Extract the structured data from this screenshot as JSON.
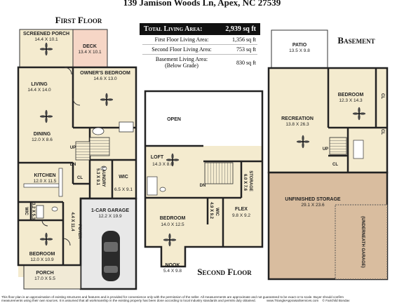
{
  "address": "139 Jamison Woods Ln, Apex, NC 27539",
  "sections": {
    "first_floor": "First Floor",
    "second_floor": "Second Floor",
    "basement": "Basement"
  },
  "areas": {
    "total_label": "Total Living Area:",
    "total_value": "2,939 sq ft",
    "rows": [
      {
        "label": "First Floor Living Area:",
        "value": "1,356 sq ft"
      },
      {
        "label": "Second Floor Living Area:",
        "value": "753 sq ft"
      },
      {
        "label": "Basement Living Area:",
        "sub": "(Below Grade)",
        "value": "830 sq ft"
      }
    ]
  },
  "rooms": {
    "screened_porch": {
      "name": "SCREENED PORCH",
      "dim": "14.4 X 10.1"
    },
    "deck": {
      "name": "DECK",
      "dim": "13.4 X 10.1"
    },
    "living": {
      "name": "LIVING",
      "dim": "14.4 X 14.0"
    },
    "owners_bedroom": {
      "name": "OWNER'S BEDROOM",
      "dim": "14.6 X 13.0"
    },
    "dining": {
      "name": "DINING",
      "dim": "12.0 X 8.6"
    },
    "kitchen": {
      "name": "KITCHEN",
      "dim": "12.0 X 11.5"
    },
    "laundry": {
      "name": "LAUNDRY",
      "dim": "5.3 X 9.1"
    },
    "wic_first": {
      "name": "WIC",
      "dim": "6.5 X 9.1"
    },
    "garage": {
      "name": "1-CAR GARAGE",
      "dim": "12.2 X 19.9"
    },
    "wic_small": {
      "name": "WIC",
      "dim": "3.2 X 5.3"
    },
    "foyer": {
      "name": "FOYER",
      "dim": "4.4 X 11.4"
    },
    "bedroom_first": {
      "name": "BEDROOM",
      "dim": "12.0 X 10.9"
    },
    "porch": {
      "name": "PORCH",
      "dim": "17.0 X 5.5"
    },
    "open": {
      "name": "OPEN"
    },
    "loft": {
      "name": "LOFT",
      "dim": "14.3 X 8.0"
    },
    "storage_second": {
      "name": "STORAGE",
      "dim": "6.0 X 7.6"
    },
    "wic_second": {
      "name": "WIC",
      "dim": "4.9 X 9.2"
    },
    "flex": {
      "name": "FLEX",
      "dim": "9.8 X 9.2"
    },
    "bedroom_second": {
      "name": "BEDROOM",
      "dim": "14.0 X 12.5"
    },
    "nook": {
      "name": "NOOK",
      "dim": "5.4 X 9.8"
    },
    "patio": {
      "name": "PATIO",
      "dim": "13.5 X 9.8"
    },
    "recreation": {
      "name": "RECREATION",
      "dim": "13.8 X 26.3"
    },
    "bedroom_basement": {
      "name": "BEDROOM",
      "dim": "12.3 X 14.3"
    },
    "unfinished_storage": {
      "name": "UNFINISHED STORAGE",
      "dim": "29.1 X 23.6"
    },
    "underneath_garage": {
      "name": "(UNDERNEATH GARAGE)"
    }
  },
  "labels": {
    "up": "UP",
    "dn": "DN",
    "cl": "CL"
  },
  "disclaimer": {
    "line1": "This floor plan is an approximation of existing structures and features and is provided for convenience only with the permission of the seller.  All measurements are approximate and not guaranteed to be exact or to scale. Buyer should confirm",
    "line2": "measurements using their own sources.  It is assumed that all workmanship in the existing property has been done according to local industry standards and permits duly obtained.",
    "site": "www.TriangleAppraisalServices.com",
    "copyright": "© Fairchild Bondav"
  },
  "colors": {
    "floor": "#f4ebcf",
    "deck": "#f6d6c6",
    "unfinished": "#d9bd9f",
    "garage": "#e8e8e8",
    "table_header": "#111111"
  }
}
